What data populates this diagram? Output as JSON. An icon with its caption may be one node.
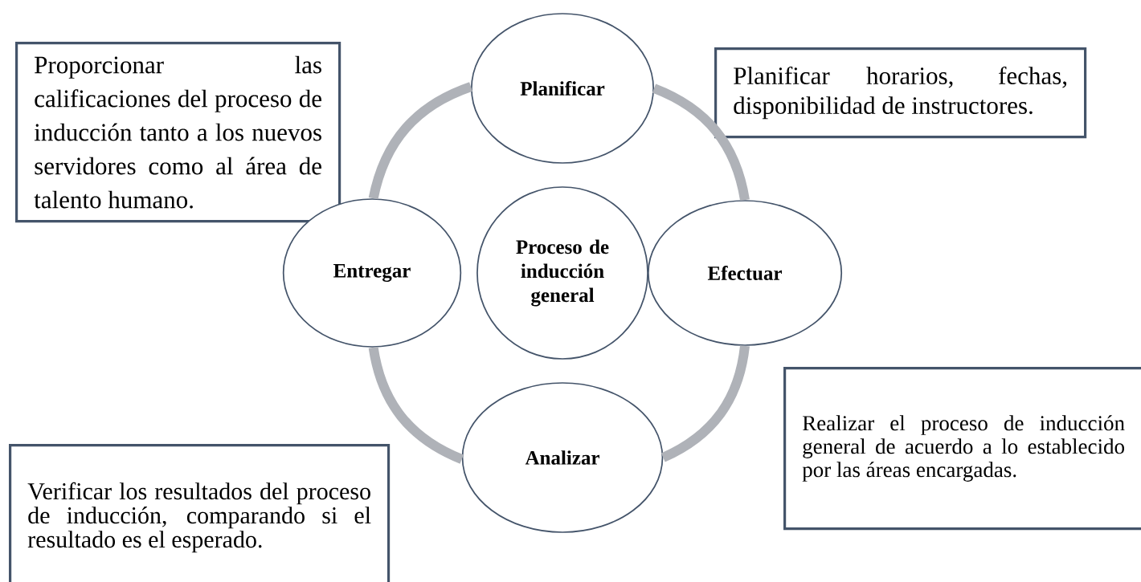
{
  "diagram": {
    "nodes": [
      {
        "text": [
          "Proporcionar las calificaciones del proceso de inducción tanto a los nuevos servidores como al área de talento humano."
        ]
      },
      {
        "text": [
          "Planificar"
        ]
      },
      {
        "text": [
          "Planificar horarios, fechas, disponibilidad de instructores."
        ]
      },
      {
        "text": [
          "Entregar"
        ]
      },
      {
        "text": [
          "Proceso de inducción general"
        ]
      },
      {
        "text": [
          "Efectuar"
        ]
      },
      {
        "text": [
          "Realizar el proceso de inducción general de acuerdo a lo establecido por las áreas encargadas."
        ]
      },
      {
        "text": [
          "Analizar"
        ]
      },
      {
        "text": [
          "Verificar los resultados del proceso de inducción, comparando si el resultado es el esperado."
        ]
      }
    ],
    "edges": [
      {
        "from": 1,
        "to": 5,
        "arrow": "none"
      },
      {
        "from": 5,
        "to": 7,
        "arrow": "none"
      },
      {
        "from": 7,
        "to": 3,
        "arrow": "none"
      },
      {
        "from": 3,
        "to": 1,
        "arrow": "none"
      }
    ]
  }
}
